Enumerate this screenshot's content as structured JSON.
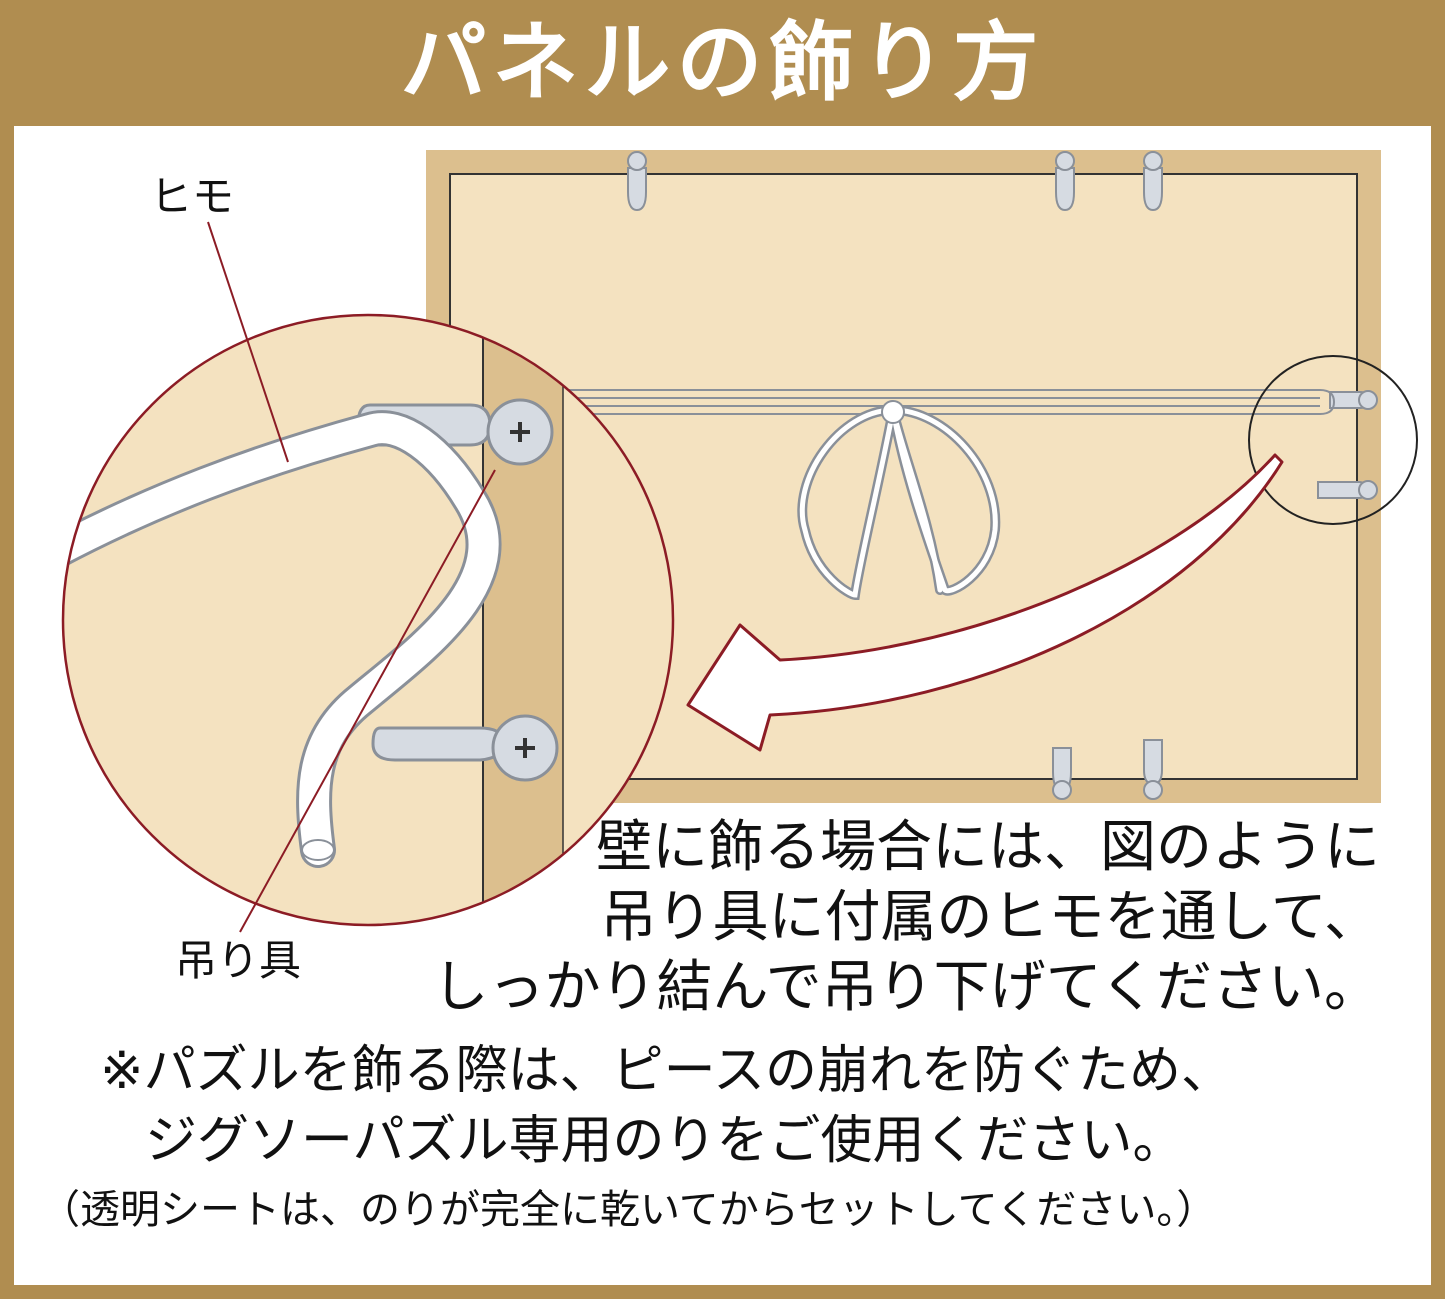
{
  "title": "パネルの飾り方",
  "labels": {
    "himo": "ヒモ",
    "tsurigu": "吊り具"
  },
  "instructions": {
    "line1": "壁に飾る場合には、図のように",
    "line2": "吊り具に付属のヒモを通して、",
    "line3": "しっかり結んで吊り下げてください。",
    "note1": "※パズルを飾る際は、ピースの崩れを防ぐため、",
    "note2": "ジグソーパズル専用のりをご使用ください。",
    "note3": "（透明シートは、のりが完全に乾いてからセットしてください。）"
  },
  "colors": {
    "frame": "#b08d50",
    "panel_border": "#dcbf8e",
    "panel_inner": "#f4e2c0",
    "leader_line": "#8c1c25",
    "arrow_outline": "#8c1c25",
    "hanger": "#d6dbe2"
  }
}
